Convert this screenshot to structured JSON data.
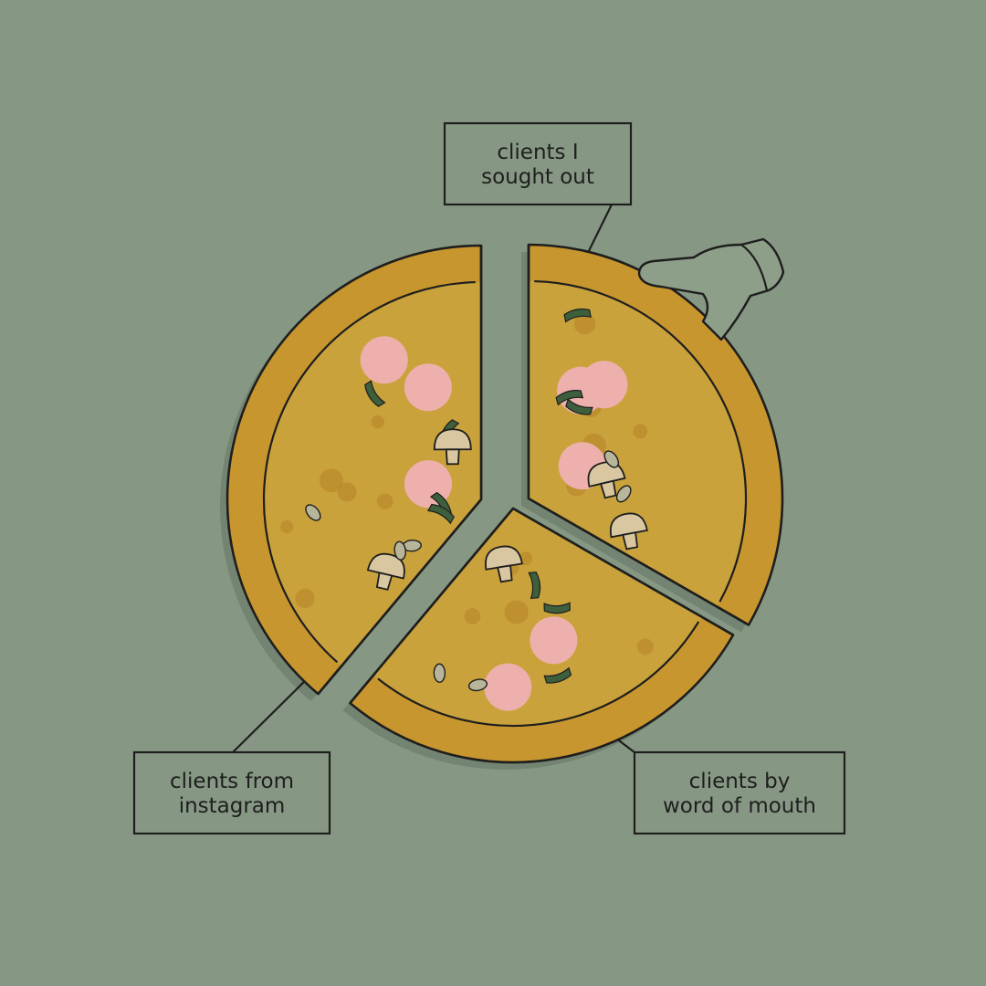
{
  "chart_data": {
    "type": "pie",
    "title": "",
    "slices": [
      {
        "label_lines": [
          "clients I",
          "sought out"
        ],
        "value": 33.3
      },
      {
        "label_lines": [
          "clients by",
          "word of mouth"
        ],
        "value": 27.8
      },
      {
        "label_lines": [
          "clients from",
          "instagram"
        ],
        "value": 38.9
      }
    ]
  },
  "colors": {
    "background": "#8d9f89",
    "crust": "#c8962e",
    "cheese": "#c9a23c",
    "outline": "#1e1e1e",
    "ham": "#eeb0ad",
    "pepper": "#3e5f3c",
    "mushroom": "#d8c7a1",
    "sauce_spot": "#b98a2c",
    "label_box": "#a7b5a3"
  },
  "icons": [
    "hand-icon",
    "mushroom-icon",
    "ham-icon",
    "pepper-icon"
  ]
}
